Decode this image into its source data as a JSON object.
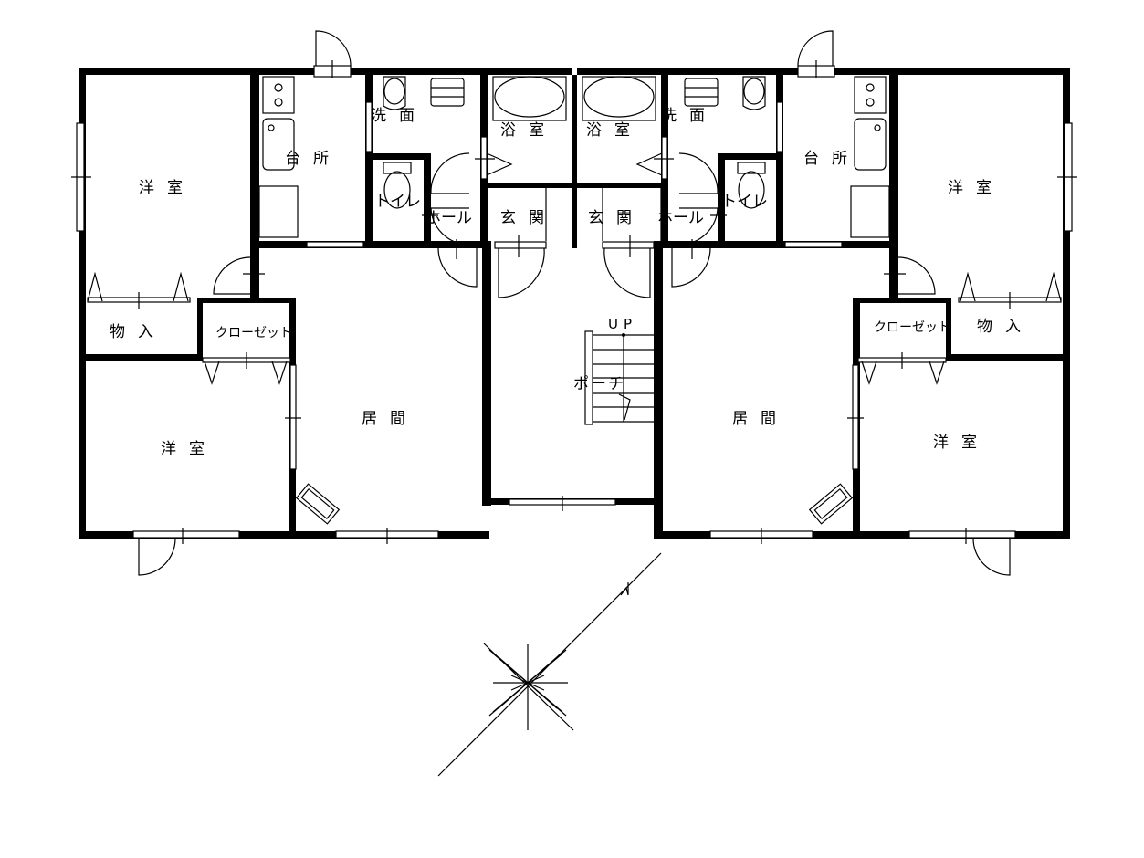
{
  "plan": {
    "left_unit": {
      "western_room_upper": "洋室",
      "western_room_lower": "洋室",
      "kitchen": "台所",
      "washroom": "洗面",
      "bathroom": "浴室",
      "toilet": "トイレ",
      "hall": "ホール",
      "entrance": "玄関",
      "living": "居間",
      "storage": "物入",
      "closet": "クローゼット"
    },
    "right_unit": {
      "western_room_upper": "洋室",
      "western_room_lower": "洋室",
      "kitchen": "台所",
      "washroom": "洗面",
      "bathroom": "浴室",
      "toilet": "トイレ",
      "hall": "ホール",
      "entrance": "玄関",
      "living": "居間",
      "storage": "物入",
      "closet": "クローゼット"
    },
    "porch": "ポーチ",
    "stair_label": "UP"
  }
}
